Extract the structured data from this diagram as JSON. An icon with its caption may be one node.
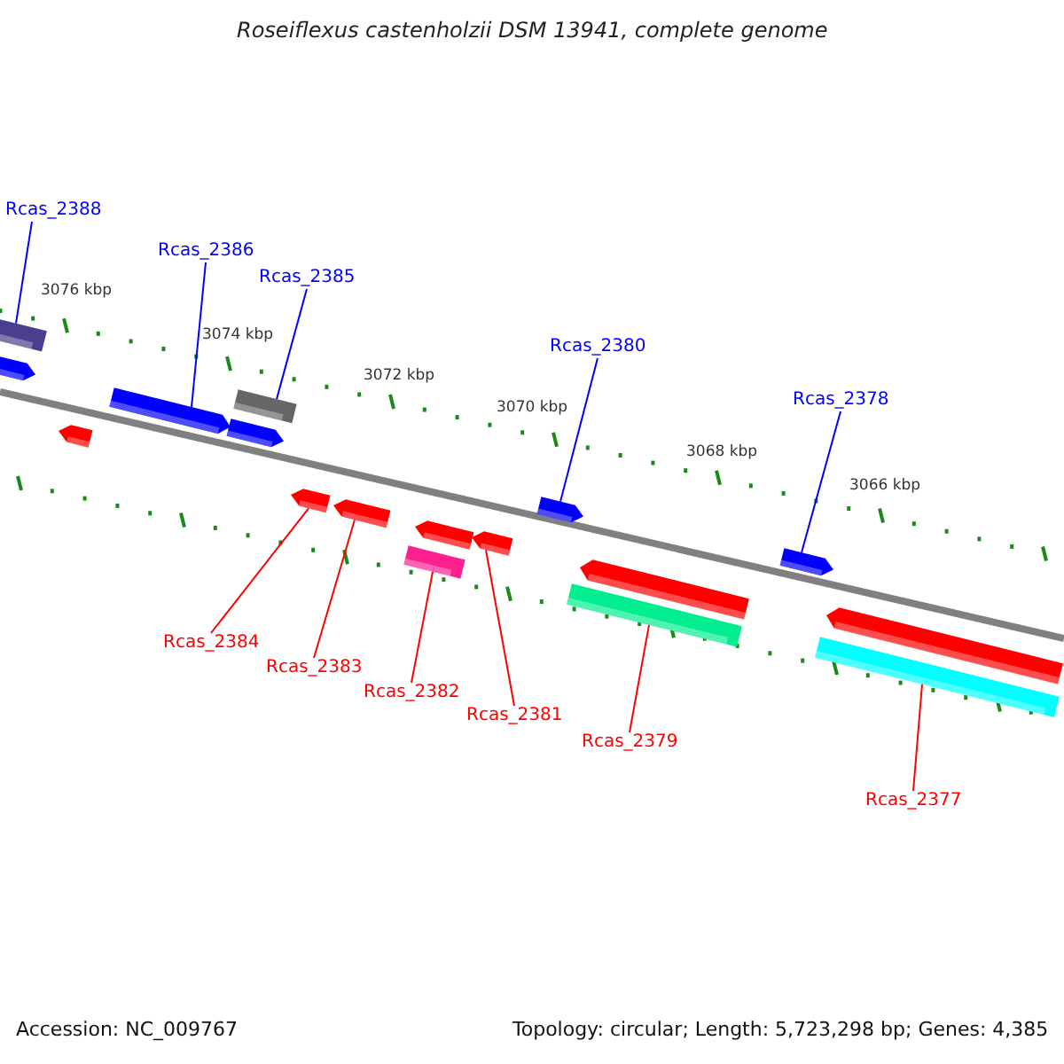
{
  "diagram": {
    "title": "Roseiflexus castenholzii DSM 13941, complete genome",
    "nodes": [
      {
        "text": [
          "Rcas_2388"
        ]
      },
      {
        "text": [
          "Rcas_2386"
        ]
      },
      {
        "text": [
          "Rcas_2385"
        ]
      },
      {
        "text": [
          "Rcas_2380"
        ]
      },
      {
        "text": [
          "Rcas_2378"
        ]
      },
      {
        "text": [
          "Rcas_2384"
        ]
      },
      {
        "text": [
          "Rcas_2383"
        ]
      },
      {
        "text": [
          "Rcas_2382"
        ]
      },
      {
        "text": [
          "Rcas_2381"
        ]
      },
      {
        "text": [
          "Rcas_2379"
        ]
      },
      {
        "text": [
          "Rcas_2377"
        ]
      },
      {
        "text": [],
        "shape": "bar"
      },
      {
        "text": [],
        "shape": "bar"
      },
      {
        "text": [],
        "shape": "bar"
      },
      {
        "text": [],
        "shape": "bar"
      },
      {
        "text": [],
        "shape": "bar"
      },
      {
        "text": [],
        "shape": "bar"
      },
      {
        "text": [],
        "shape": "bar"
      },
      {
        "text": [],
        "shape": "bar"
      },
      {
        "text": [],
        "shape": "bar"
      },
      {
        "text": [],
        "shape": "bar"
      },
      {
        "text": [],
        "shape": "bar"
      },
      {
        "text": [],
        "shape": "bar"
      },
      {
        "text": [],
        "shape": "bar"
      },
      {
        "text": [],
        "shape": "bar"
      },
      {
        "text": [],
        "shape": "bar"
      },
      {
        "text": [],
        "shape": "bar"
      },
      {
        "text": [],
        "shape": "bar"
      }
    ],
    "edges": [
      {
        "from": 0,
        "to": 11,
        "arrow": "none",
        "color": "#0000ff"
      },
      {
        "from": 1,
        "to": 14,
        "arrow": "none",
        "color": "#0000ff"
      },
      {
        "from": 2,
        "to": 15,
        "arrow": "none",
        "color": "#0000ff"
      },
      {
        "from": 3,
        "to": 22,
        "arrow": "none",
        "color": "#0000ff"
      },
      {
        "from": 4,
        "to": 25,
        "arrow": "none",
        "color": "#0000ff"
      },
      {
        "from": 5,
        "to": 17,
        "arrow": "none"
      },
      {
        "from": 6,
        "to": 18,
        "arrow": "none"
      },
      {
        "from": 7,
        "to": 19,
        "arrow": "none"
      },
      {
        "from": 8,
        "to": 21,
        "arrow": "none"
      },
      {
        "from": 9,
        "to": 23,
        "arrow": "none"
      },
      {
        "from": 10,
        "to": 26,
        "arrow": "none"
      }
    ],
    "labels": [
      "3076 kbp",
      "3074 kbp",
      "3072 kbp",
      "3070 kbp",
      "3068 kbp",
      "3066 kbp",
      "Accession: NC_009767",
      "Topology: circular; Length: 5,723,298 bp; Genes: 4,385"
    ]
  }
}
